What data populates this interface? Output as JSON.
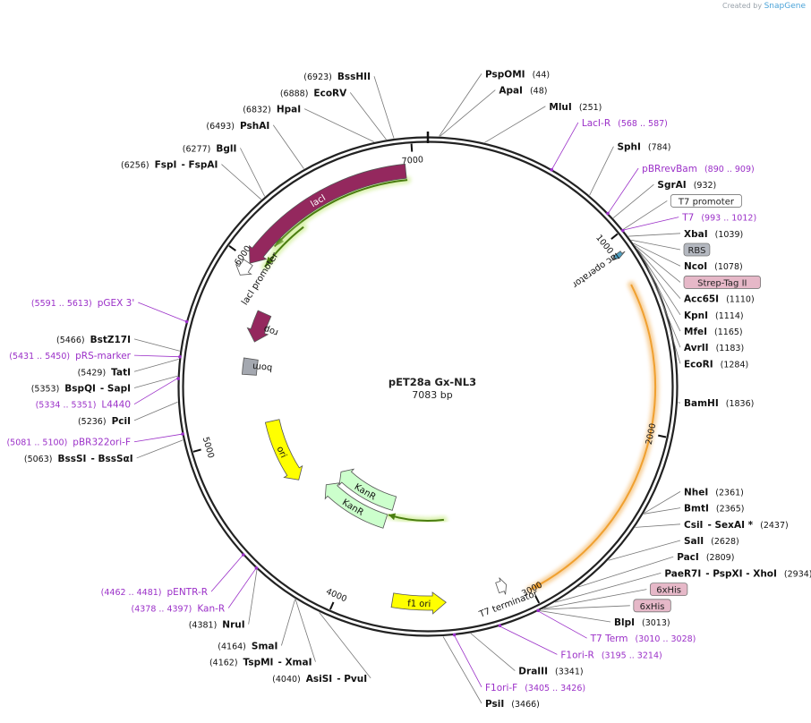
{
  "credit": {
    "prefix": "Created by",
    "brand": "SnapGene"
  },
  "plasmid": {
    "name": "pET28a Gx-NL3",
    "length": "7083 bp",
    "total_bp": 7083
  },
  "ticks": [
    {
      "label": "1000",
      "bp": 1000
    },
    {
      "label": "2000",
      "bp": 2000
    },
    {
      "label": "3000",
      "bp": 3000
    },
    {
      "label": "4000",
      "bp": 4000
    },
    {
      "label": "5000",
      "bp": 5000
    },
    {
      "label": "6000",
      "bp": 6000
    },
    {
      "label": "7000",
      "bp": 7000
    }
  ],
  "features": [
    {
      "name": "lacI",
      "start": 5988,
      "end": 6961,
      "dir": -1,
      "track": 1,
      "color": "#94285e",
      "label_inside": true
    },
    {
      "name": "lacI promoter",
      "start": 5910,
      "end": 5987,
      "dir": -1,
      "track": 1,
      "color": "#ffffff",
      "label_inside": false
    },
    {
      "name": "lac operator",
      "start": 1073,
      "end": 1097,
      "dir": 1,
      "track": 0,
      "color": "#4f9fc0",
      "label_inside": false
    },
    {
      "name": "rop",
      "start": 5590,
      "end": 5780,
      "dir": -1,
      "track": 2,
      "color": "#94285e",
      "label_inside": false
    },
    {
      "name": "bom",
      "start": 5380,
      "end": 5480,
      "dir": 0,
      "track": 2,
      "color": "#a4a8b0",
      "label_inside": false
    },
    {
      "name": "ori",
      "start": 4600,
      "end": 5060,
      "dir": -1,
      "track": 2,
      "color": "#ffff00",
      "label_inside": true
    },
    {
      "name": "KanR",
      "start": 3880,
      "end": 4440,
      "dir": 1,
      "track": 3,
      "color": "#ccffcc",
      "label_inside": true
    },
    {
      "name": "KanR",
      "start": 3850,
      "end": 4430,
      "dir": 1,
      "track": 4,
      "color": "#ccffcc",
      "label_inside": true
    },
    {
      "name": "f1 ori",
      "start": 3440,
      "end": 3720,
      "dir": -1,
      "track": 1,
      "color": "#ffff00",
      "label_inside": true
    },
    {
      "name": "T7 terminator",
      "start": 3110,
      "end": 3160,
      "dir": -1,
      "track": 1,
      "color": "#ffffff",
      "label_inside": false
    }
  ],
  "orfs": [
    {
      "start": 6140,
      "end": 6965,
      "dir": -1,
      "radius": 0
    },
    {
      "start": 6020,
      "end": 6330,
      "dir": -1,
      "radius": 0
    },
    {
      "start": 3400,
      "end": 3870,
      "dir": 1,
      "radius": 0
    },
    {
      "start": 1240,
      "end": 3010,
      "dir": 1,
      "radius": 0
    }
  ],
  "site_labels": [
    {
      "pos": "(44)",
      "name": "PspOMI",
      "extra": "",
      "bp": 44
    },
    {
      "pos": "(48)",
      "name": "ApaI",
      "extra": "",
      "bp": 48
    },
    {
      "pos": "(251)",
      "name": "MluI",
      "extra": "",
      "bp": 251
    },
    {
      "pos": "(6923)",
      "name": "BssHII",
      "extra": "",
      "bp": 6923
    },
    {
      "pos": "(6888)",
      "name": "EcoRV",
      "extra": "",
      "bp": 6888
    },
    {
      "pos": "(6832)",
      "name": "HpaI",
      "extra": "",
      "bp": 6832
    },
    {
      "pos": "(6493)",
      "name": "PshAI",
      "extra": "",
      "bp": 6493
    },
    {
      "pos": "(6277)",
      "name": "BglI",
      "extra": "",
      "bp": 6277
    },
    {
      "pos": "(6256)",
      "name": "FspI",
      "extra": "- FspAI",
      "bp": 6256
    },
    {
      "pos": "(784)",
      "name": "SphI",
      "extra": "",
      "bp": 784
    },
    {
      "pos": "(932)",
      "name": "SgrAI",
      "extra": "",
      "bp": 932
    },
    {
      "pos": "(1039)",
      "name": "XbaI",
      "extra": "",
      "bp": 1039
    },
    {
      "pos": "(1078)",
      "name": "NcoI",
      "extra": "",
      "bp": 1078
    },
    {
      "pos": "(1110)",
      "name": "Acc65I",
      "extra": "",
      "bp": 1110
    },
    {
      "pos": "(1114)",
      "name": "KpnI",
      "extra": "",
      "bp": 1114
    },
    {
      "pos": "(1165)",
      "name": "MfeI",
      "extra": "",
      "bp": 1165
    },
    {
      "pos": "(1183)",
      "name": "AvrII",
      "extra": "",
      "bp": 1183
    },
    {
      "pos": "(1284)",
      "name": "EcoRI",
      "extra": "",
      "bp": 1284
    },
    {
      "pos": "(1836)",
      "name": "BamHI",
      "extra": "",
      "bp": 1836
    },
    {
      "pos": "(2361)",
      "name": "NheI",
      "extra": "",
      "bp": 2361
    },
    {
      "pos": "(2365)",
      "name": "BmtI",
      "extra": "",
      "bp": 2365
    },
    {
      "pos": "(2437)",
      "name": "CsiI",
      "extra": "- SexAI *",
      "bp": 2437
    },
    {
      "pos": "(2628)",
      "name": "SalI",
      "extra": "",
      "bp": 2628
    },
    {
      "pos": "(2809)",
      "name": "PacI",
      "extra": "",
      "bp": 2809
    },
    {
      "pos": "(2934)",
      "name": "PaeR7I",
      "extra": "- PspXI - XhoI",
      "bp": 2934
    },
    {
      "pos": "(3013)",
      "name": "BlpI",
      "extra": "",
      "bp": 3013
    },
    {
      "pos": "(3341)",
      "name": "DraIII",
      "extra": "",
      "bp": 3341
    },
    {
      "pos": "(3466)",
      "name": "PsiI",
      "extra": "",
      "bp": 3466
    },
    {
      "pos": "(4040)",
      "name": "AsiSI",
      "extra": "- PvuI",
      "bp": 4040
    },
    {
      "pos": "(4162)",
      "name": "TspMI",
      "extra": "- XmaI",
      "bp": 4162
    },
    {
      "pos": "(4164)",
      "name": "SmaI",
      "extra": "",
      "bp": 4164
    },
    {
      "pos": "(4381)",
      "name": "NruI",
      "extra": "",
      "bp": 4381
    },
    {
      "pos": "(5063)",
      "name": "BssSI",
      "extra": "- BssSαI",
      "bp": 5063
    },
    {
      "pos": "(5236)",
      "name": "PciI",
      "extra": "",
      "bp": 5236
    },
    {
      "pos": "(5353)",
      "name": "BspQI",
      "extra": "- SapI",
      "bp": 5353
    },
    {
      "pos": "(5429)",
      "name": "TatI",
      "extra": "",
      "bp": 5429
    },
    {
      "pos": "(5466)",
      "name": "BstZ17I",
      "extra": "",
      "bp": 5466
    }
  ],
  "primer_labels": [
    {
      "name": "LacI-R",
      "range": "(568 .. 587)",
      "bp": 578
    },
    {
      "name": "pBRrevBam",
      "range": "(890 .. 909)",
      "bp": 900
    },
    {
      "name": "T7",
      "range": "(993 .. 1012)",
      "bp": 1003
    },
    {
      "name": "T7 Term",
      "range": "(3010 .. 3028)",
      "bp": 3019
    },
    {
      "name": "F1ori-R",
      "range": "(3195 .. 3214)",
      "bp": 3205
    },
    {
      "name": "F1ori-F",
      "range": "(3405 .. 3426)",
      "bp": 3415
    },
    {
      "name": "Kan-R",
      "range": "(4378 .. 4397)",
      "bp": 4388
    },
    {
      "name": "pENTR-R",
      "range": "(4462 .. 4481)",
      "bp": 4472
    },
    {
      "name": "pBR322ori-F",
      "range": "(5081 .. 5100)",
      "bp": 5090
    },
    {
      "name": "L4440",
      "range": "(5334 .. 5351)",
      "bp": 5342
    },
    {
      "name": "pRS-marker",
      "range": "(5431 .. 5450)",
      "bp": 5440
    },
    {
      "name": "pGEX 3'",
      "range": "(5591 .. 5613)",
      "bp": 5602
    }
  ],
  "boxed_labels": [
    {
      "name": "T7 promoter",
      "bp": 1000,
      "fill": "#ffffff"
    },
    {
      "name": "RBS",
      "bp": 1060,
      "fill": "#b4b8c0"
    },
    {
      "name": "Strep-Tag II",
      "bp": 1090,
      "fill": "#e6b8c8"
    },
    {
      "name": "6xHis",
      "bp": 2990,
      "fill": "#e6b8c8"
    },
    {
      "name": "6xHis",
      "bp": 3000,
      "fill": "#e6b8c8"
    }
  ],
  "colors": {
    "primer": "#9b30c8",
    "backbone": "#222222",
    "orf_glow": "#d4f0a0",
    "orf_line": "#4a7d10",
    "insert_orf": "#f0a030"
  }
}
